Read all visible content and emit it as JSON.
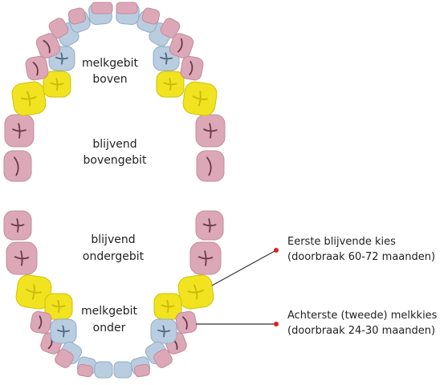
{
  "colors": {
    "permanent": "#dca8b8",
    "permanent_stroke": "#c28b9c",
    "milk": "#b9cde0",
    "milk_stroke": "#93acc6",
    "highlight": "#f1e31f",
    "highlight_stroke": "#cfc20a",
    "crease": "#6a3a48",
    "crease_milk": "#4f667e",
    "crease_yellow": "#c9b909",
    "line": "#333333",
    "dot": "#e02020"
  },
  "labels": {
    "upper_milk_1": "melkgebit",
    "upper_milk_2": "boven",
    "upper_perm_1": "blijvend",
    "upper_perm_2": "bovengebit",
    "lower_perm_1": "blijvend",
    "lower_perm_2": "ondergebit",
    "lower_milk_1": "melkgebit",
    "lower_milk_2": "onder"
  },
  "callouts": [
    {
      "line1": "Eerste blijvende kies",
      "line2": "(doorbraak 60-72 maanden)"
    },
    {
      "line1": "Achterste (tweede) melkkies",
      "line2": "(doorbraak 24-30 maanden)"
    }
  ]
}
